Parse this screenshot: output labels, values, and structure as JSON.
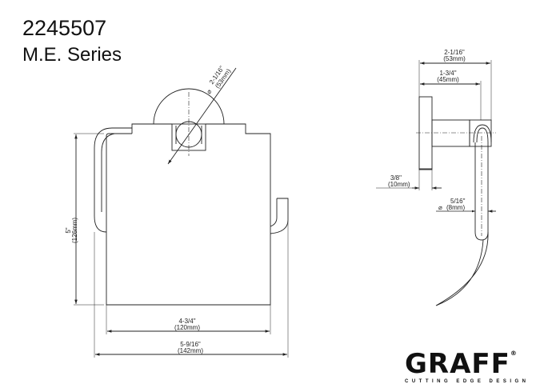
{
  "header": {
    "model_number": "2245507",
    "series": "M.E. Series"
  },
  "front_view": {
    "rosette_diameter": {
      "inch": "2-1/16\"",
      "mm": "(53mm)",
      "symbol": "⌀"
    },
    "height": {
      "inch": "5\"",
      "mm": "(126mm)"
    },
    "cover_width": {
      "inch": "4-3/4\"",
      "mm": "(120mm)"
    },
    "overall_width": {
      "inch": "5-9/16\"",
      "mm": "(142mm)"
    }
  },
  "side_view": {
    "overall_depth": {
      "inch": "2-1/16\"",
      "mm": "(53mm)"
    },
    "stem_depth": {
      "inch": "1-3/4\"",
      "mm": "(45mm)"
    },
    "flange_thickness": {
      "inch": "3/8\"",
      "mm": "(10mm)"
    },
    "rod_diameter": {
      "inch": "5/16\"",
      "mm": "(8mm)",
      "symbol": "⌀"
    }
  },
  "brand": {
    "name": "GRAFF",
    "registered": "®",
    "tagline": "CUTTING EDGE DESIGN"
  }
}
